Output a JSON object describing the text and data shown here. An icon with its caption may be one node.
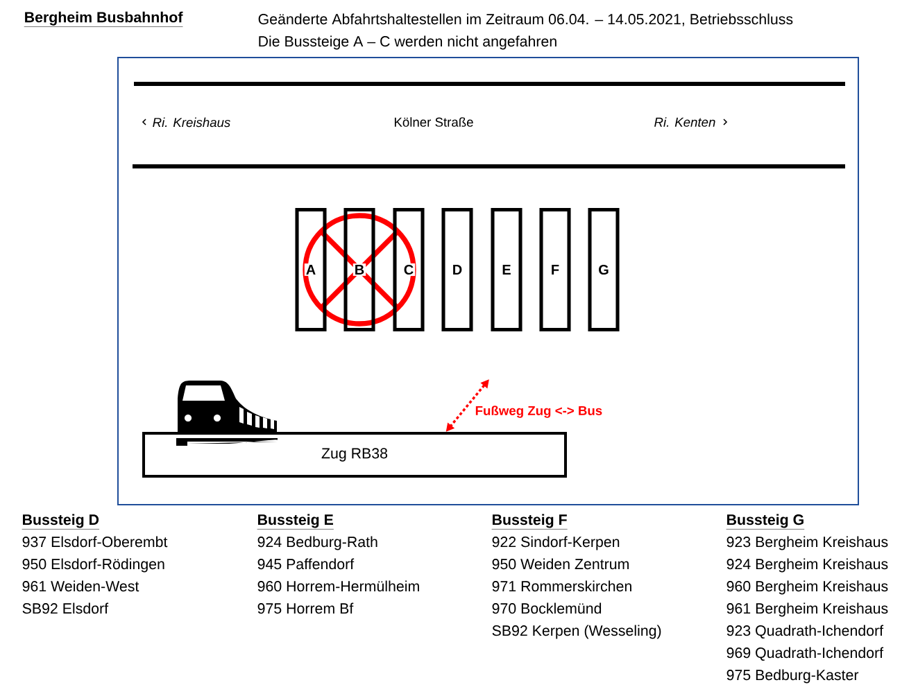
{
  "diagram": {
    "title": "Bergheim Busbahnhof",
    "nodes": [
      {
        "text": [
          "A"
        ]
      },
      {
        "text": [
          "B"
        ]
      },
      {
        "text": [
          "C"
        ]
      },
      {
        "text": [
          "D"
        ]
      },
      {
        "text": [
          "E"
        ]
      },
      {
        "text": [
          "F"
        ]
      },
      {
        "text": [
          "G"
        ]
      },
      {
        "text": [
          "Zug  RB38"
        ]
      }
    ],
    "edges": [
      {
        "from": null,
        "to": 7,
        "arrow": "both",
        "style": "dashed",
        "color": "#ff0000",
        "label": "Fußweg Zug <-> Bus"
      }
    ],
    "labels": [
      "Geänderte Abfahrtshaltestellen im Zeitraum 06.04. – 14.05.2021, Betriebsschluss",
      "Die Bussteige A – C werden nicht angefahren",
      "Ri. Kreishaus",
      "Kölner Straße",
      "Ri. Kenten",
      "Bussteig D",
      "937 Elsdorf-Oberembt",
      "950 Elsdorf-Rödingen",
      "961 Weiden-West",
      "SB92 Elsdorf",
      "Bussteig E",
      "924 Bedburg-Rath",
      "945 Paffendorf",
      "960 Horrem-Hermülheim",
      "975 Horrem Bf",
      "Bussteig F",
      "922 Sindorf-Kerpen",
      "950 Weiden Zentrum",
      "971 Rommerskirchen",
      "970 Bocklemünd",
      "SB92 Kerpen (Wesseling)",
      "Bussteig G",
      "923 Bergheim Kreishaus",
      "924 Bergheim Kreishaus",
      "960 Bergheim Kreishaus",
      "961 Bergheim Kreishaus",
      "923 Quadrath-Ichendorf",
      "969 Quadrath-Ichendorf",
      "975 Bedburg-Kaster"
    ]
  }
}
